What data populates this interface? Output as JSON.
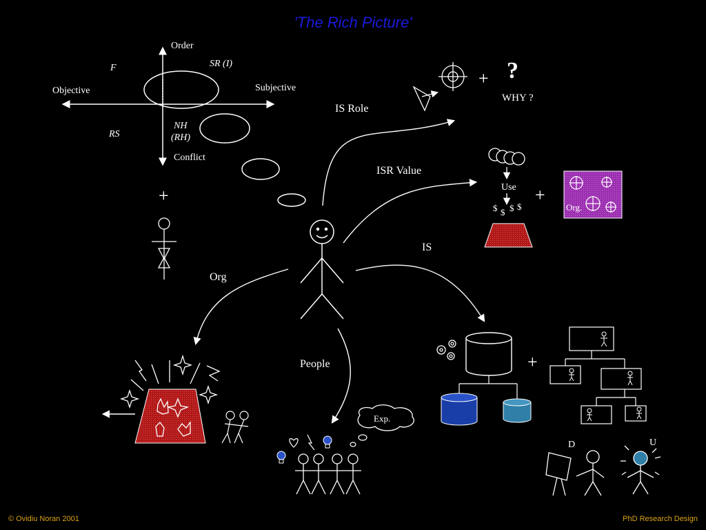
{
  "title": "'The Rich Picture'",
  "footer": {
    "copyright_symbol": "©",
    "author": "Ovidiu Noran 2001",
    "project": "PhD Research Design"
  },
  "quadrant": {
    "top": "Order",
    "bottom": "Conflict",
    "left": "Objective",
    "right": "Subjective",
    "q_top_left": "F",
    "q_top_right": "SR (I)",
    "q_bottom_left": "RS",
    "q_bottom_mid_1": "NH",
    "q_bottom_mid_2": "(RH)"
  },
  "arrows": {
    "is_role": "IS Role",
    "isr_value": "ISR Value",
    "is": "IS",
    "org": "Org",
    "people": "People"
  },
  "why": {
    "question": "?",
    "label": "WHY ?"
  },
  "value": {
    "use": "Use",
    "dollars": [
      "$",
      "$",
      "$",
      "$"
    ],
    "org_box": "Org."
  },
  "plus": "+",
  "people_scene": {
    "exp": "Exp."
  },
  "users": {
    "d": "D",
    "u": "U"
  },
  "colors": {
    "title": "#1a1adc",
    "footer": "#d9a21a",
    "red": "#b01818",
    "purple": "#9b2fb0",
    "db_blue": "#1a3ea8",
    "db_teal": "#2f7fa8"
  }
}
